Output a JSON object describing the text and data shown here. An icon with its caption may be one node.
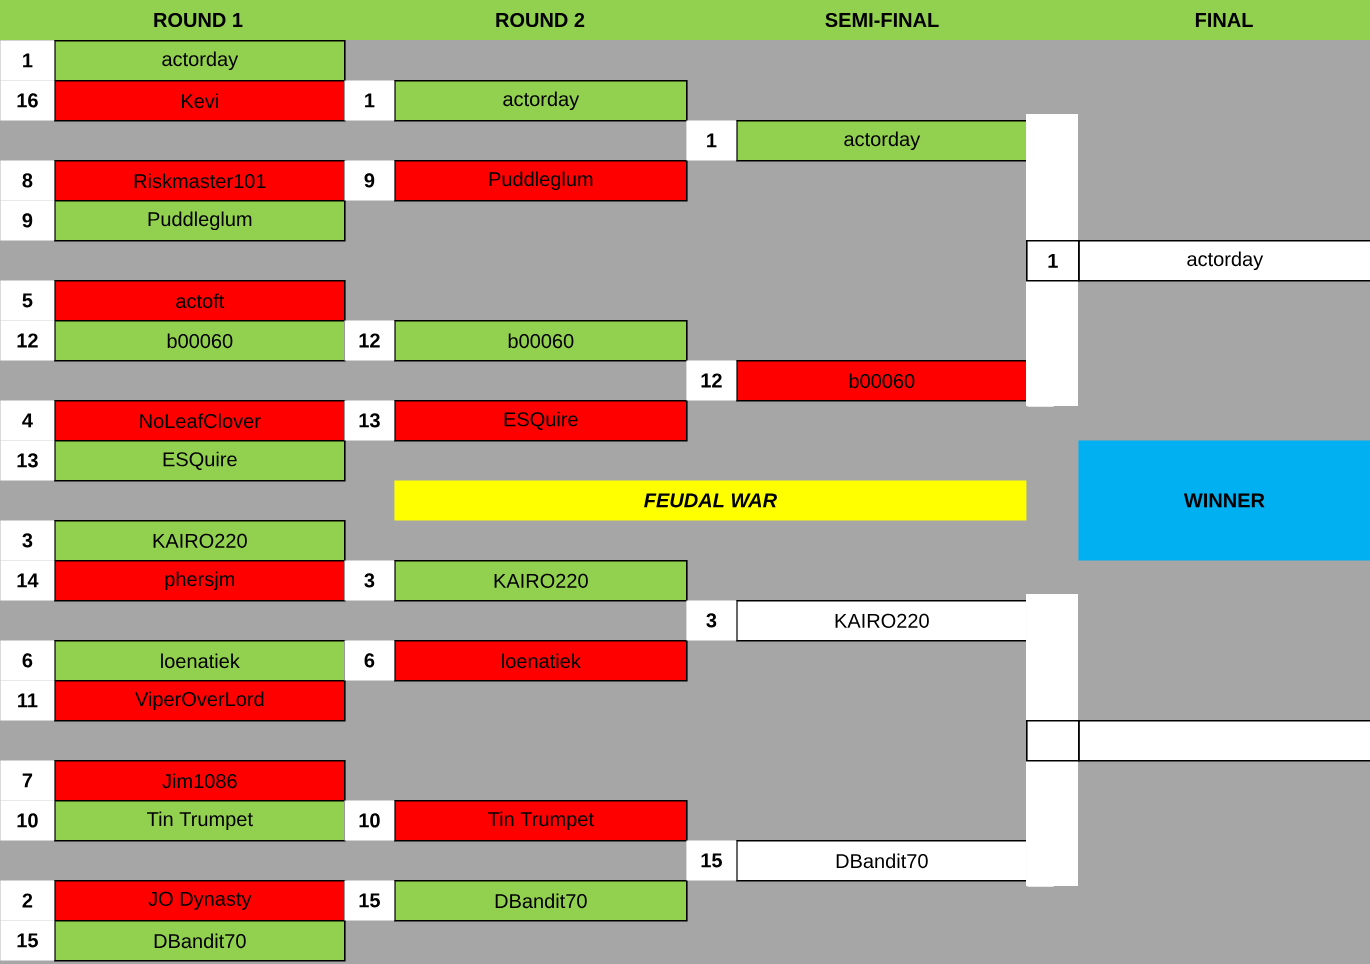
{
  "diagram": {
    "title": "FEUDAL WAR",
    "nodes": [
      {
        "text": [
          "actorday"
        ],
        "beside": [
          "1"
        ]
      },
      {
        "text": [
          "Kevi"
        ],
        "beside": [
          "16"
        ]
      },
      {
        "text": [
          "Riskmaster101"
        ],
        "beside": [
          "8"
        ]
      },
      {
        "text": [
          "Puddleglum"
        ],
        "beside": [
          "9"
        ]
      },
      {
        "text": [
          "actoft"
        ],
        "beside": [
          "5"
        ]
      },
      {
        "text": [
          "b00060"
        ],
        "beside": [
          "12"
        ]
      },
      {
        "text": [
          "NoLeafClover"
        ],
        "beside": [
          "4"
        ]
      },
      {
        "text": [
          "ESQuire"
        ],
        "beside": [
          "13"
        ]
      },
      {
        "text": [
          "KAIRO220"
        ],
        "beside": [
          "3"
        ]
      },
      {
        "text": [
          "phersjm"
        ],
        "beside": [
          "14"
        ]
      },
      {
        "text": [
          "loenatiek"
        ],
        "beside": [
          "6"
        ]
      },
      {
        "text": [
          "ViperOverLord"
        ],
        "beside": [
          "11"
        ]
      },
      {
        "text": [
          "Jim1086"
        ],
        "beside": [
          "7"
        ]
      },
      {
        "text": [
          "Tin Trumpet"
        ],
        "beside": [
          "10"
        ]
      },
      {
        "text": [
          "JO Dynasty"
        ],
        "beside": [
          "2"
        ]
      },
      {
        "text": [
          "DBandit70"
        ],
        "beside": [
          "15"
        ]
      },
      {
        "text": [
          "actorday"
        ],
        "beside": [
          "1"
        ]
      },
      {
        "text": [
          "Puddleglum"
        ],
        "beside": [
          "9"
        ]
      },
      {
        "text": [
          "b00060"
        ],
        "beside": [
          "12"
        ]
      },
      {
        "text": [
          "ESQuire"
        ],
        "beside": [
          "13"
        ]
      },
      {
        "text": [
          "KAIRO220"
        ],
        "beside": [
          "3"
        ]
      },
      {
        "text": [
          "loenatiek"
        ],
        "beside": [
          "6"
        ]
      },
      {
        "text": [
          "Tin Trumpet"
        ],
        "beside": [
          "10"
        ]
      },
      {
        "text": [
          "DBandit70"
        ],
        "beside": [
          "15"
        ]
      },
      {
        "text": [
          "actorday"
        ],
        "beside": [
          "1"
        ]
      },
      {
        "text": [
          "b00060"
        ],
        "beside": [
          "12"
        ]
      },
      {
        "text": [
          "KAIRO220"
        ],
        "beside": [
          "3"
        ]
      },
      {
        "text": [
          "DBandit70"
        ],
        "beside": [
          "15"
        ]
      },
      {
        "text": [
          "actorday"
        ],
        "beside": [
          "1"
        ]
      },
      {
        "text": [],
        "shape": "box"
      },
      {
        "text": [
          "WINNER"
        ]
      }
    ],
    "edges": [
      {
        "from": 24,
        "to": 28,
        "arrow": "none"
      },
      {
        "from": 25,
        "to": 28,
        "arrow": "none"
      },
      {
        "from": 26,
        "to": 29,
        "arrow": "none"
      },
      {
        "from": 27,
        "to": 29,
        "arrow": "none"
      }
    ],
    "labels": [
      "ROUND 1",
      "ROUND 2",
      "SEMI-FINAL",
      "FINAL"
    ]
  }
}
